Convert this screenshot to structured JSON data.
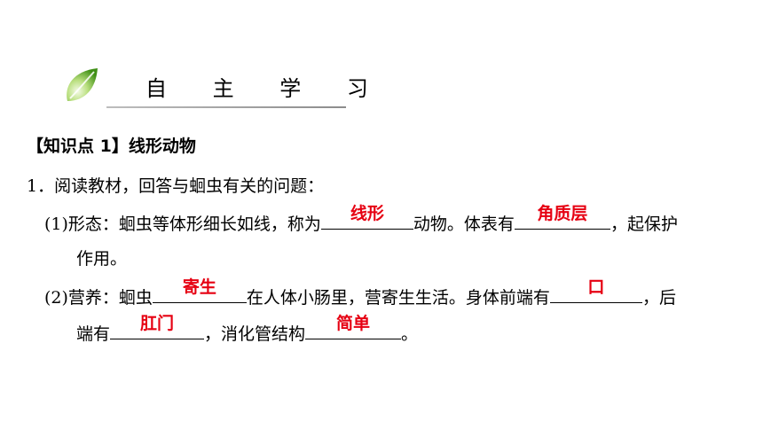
{
  "header": {
    "title": "自 主 学 习",
    "icon": "leaf-icon",
    "colors": {
      "leaf_light": "#c9e89a",
      "leaf_dark": "#4a9a1c",
      "rule": "#9e9e9e"
    }
  },
  "section": {
    "title": "【知识点 1】线形动物"
  },
  "question": {
    "stem": "1．阅读教材，回答与蛔虫有关的问题：",
    "part1": {
      "label": "(1)形态：蛔虫等体形细长如线，称为",
      "after_blank1": "动物。体表有",
      "after_blank2": "，起保护",
      "continuation": "作用。"
    },
    "part2": {
      "label": "(2)营养：蛔虫",
      "after_blank1": "在人体小肠里，营寄生生活。身体前端有",
      "after_blank2": "，后",
      "line2_start": "端有",
      "after_blank3": "，消化管结构",
      "after_blank4": "。"
    }
  },
  "answers": {
    "color": "#e60012",
    "a1": "线形",
    "a2": "角质层",
    "a3": "寄生",
    "a4": "口",
    "a5": "肛门",
    "a6": "简单"
  }
}
